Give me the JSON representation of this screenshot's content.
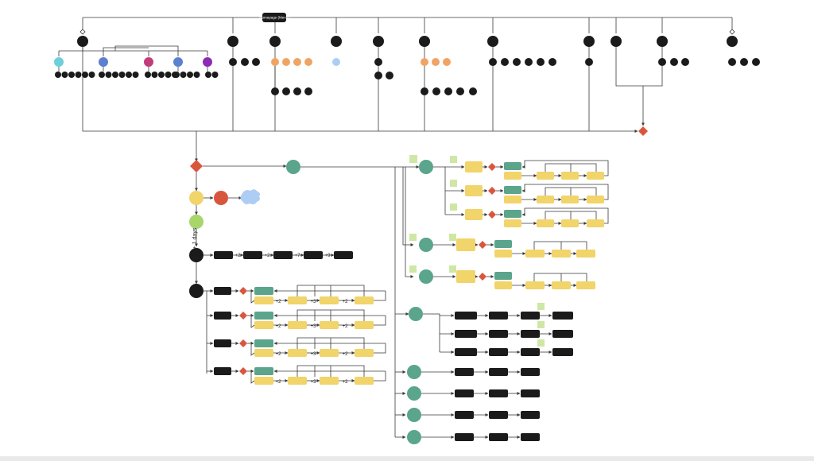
{
  "colors": {
    "black": "#1b1b1b",
    "teal": "#5aa58c",
    "yellow": "#f1d46a",
    "orange": "#f0a464",
    "diamond": "#d9563e",
    "lime": "#a8d66a",
    "peach": "#e4876f",
    "note": "#cfe7a5",
    "cyan": "#6cd0db",
    "blue": "#5b7fd1",
    "magenta": "#c43b7c",
    "violet": "#8b2bb6",
    "ice": "#aecdf5",
    "line": "#3a3a3a"
  },
  "top_tree": {
    "root_label": "Homepage (Menu)"
  },
  "side_label": "+ 1 days",
  "multipliers": {
    "horizontal": [
      "+2",
      "+2",
      "+7",
      "+9"
    ],
    "rows": [
      "+2",
      "+3",
      "+2"
    ]
  }
}
